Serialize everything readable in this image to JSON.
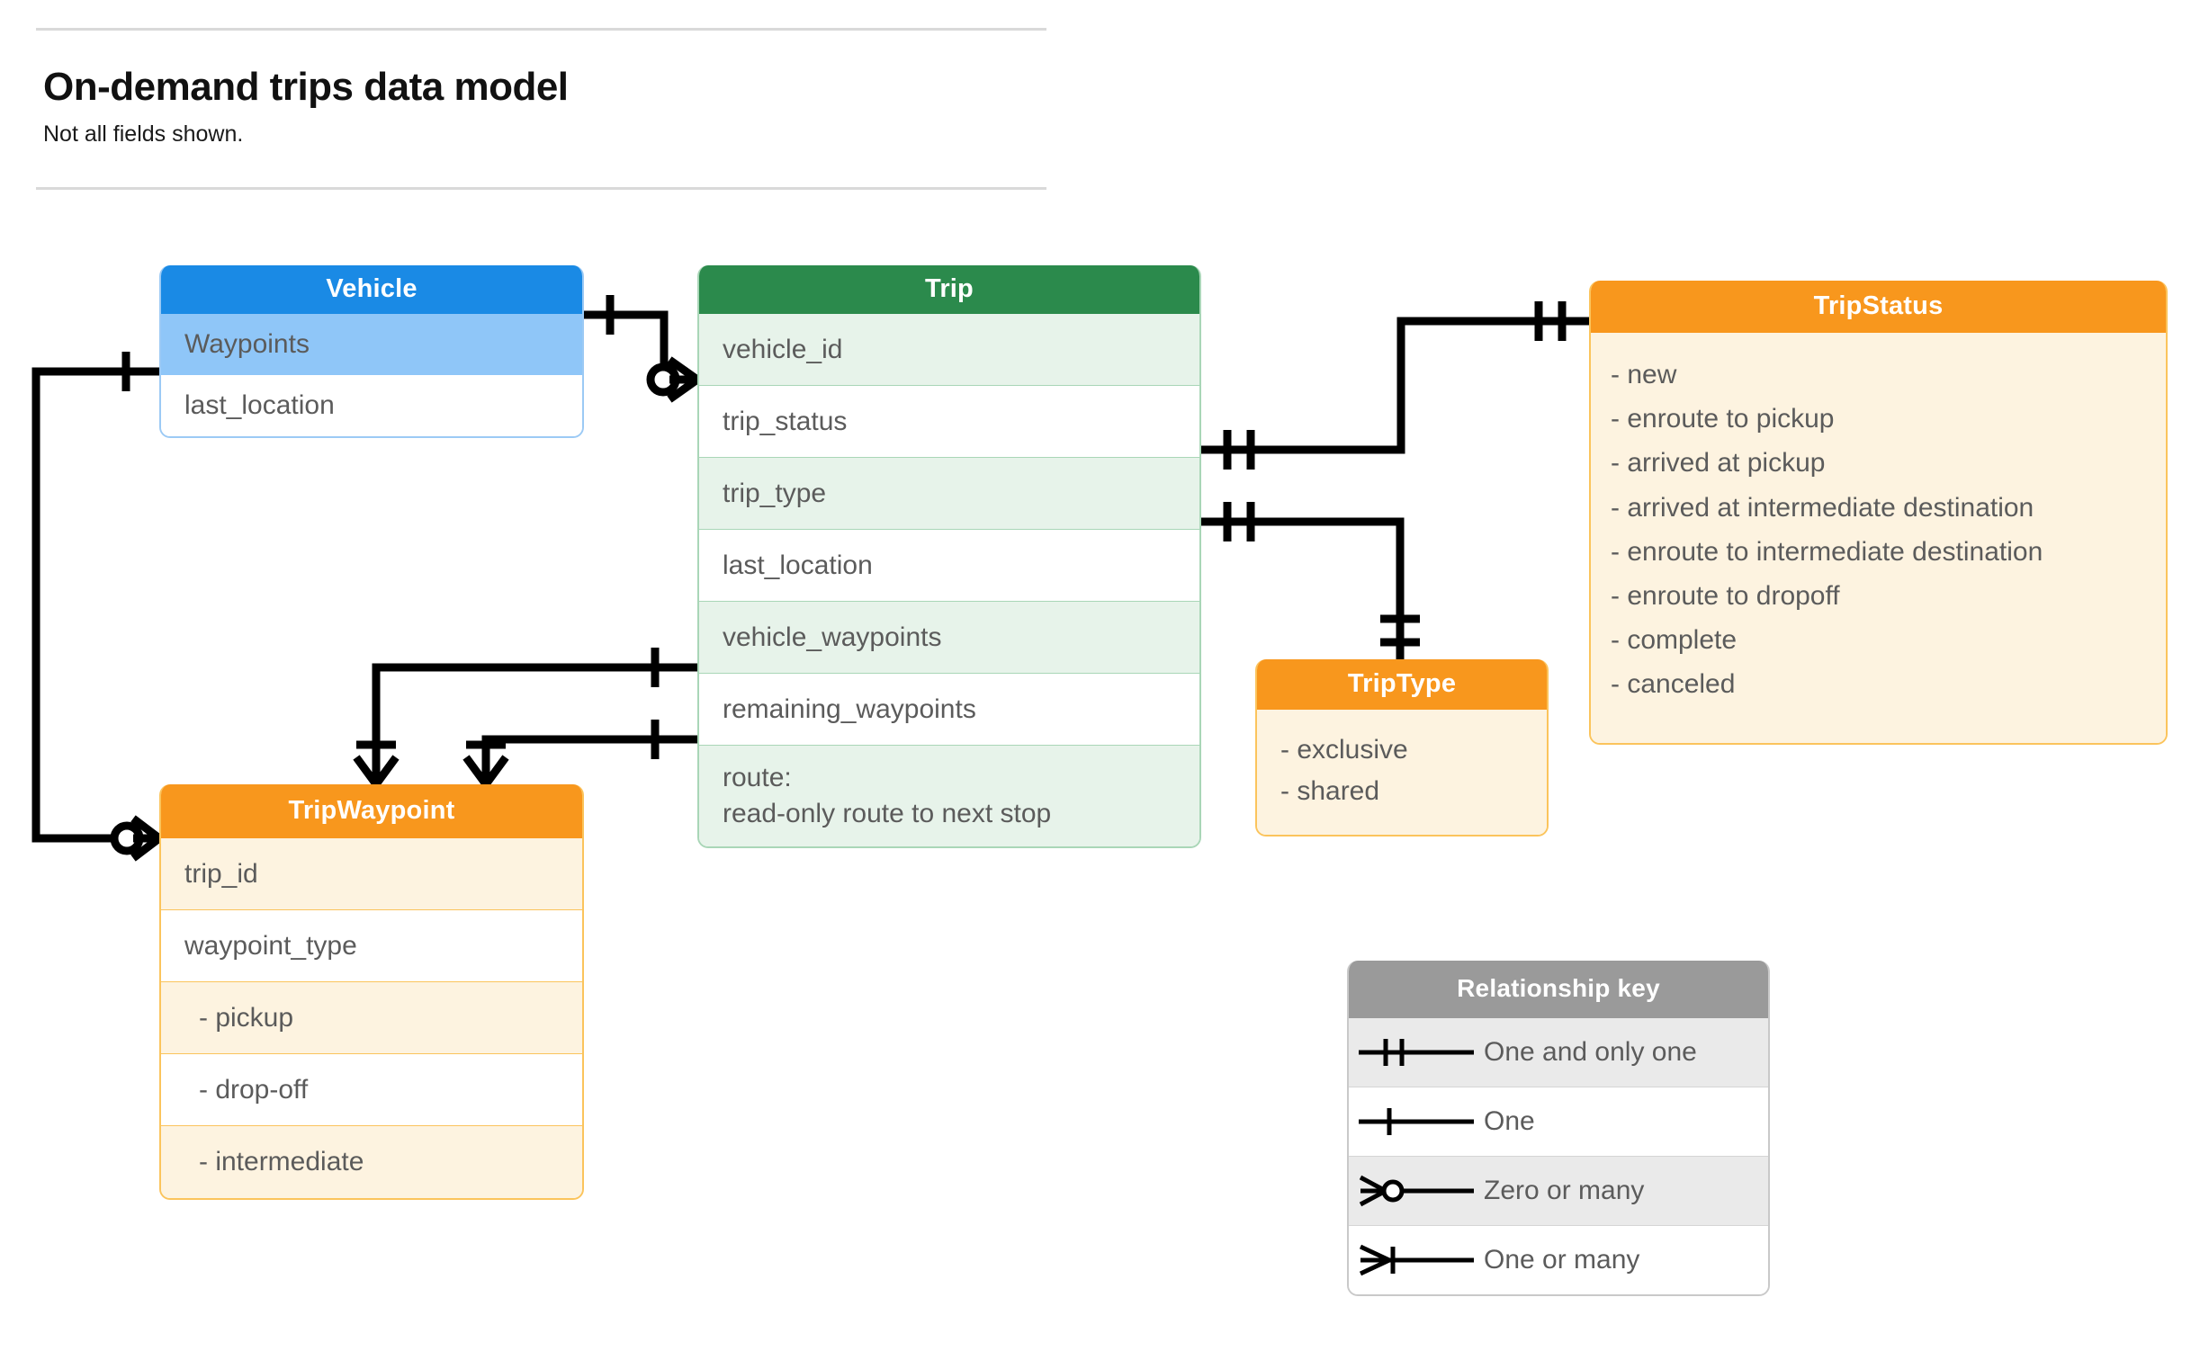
{
  "header": {
    "title": "On-demand trips data model",
    "subtitle": "Not all fields shown."
  },
  "entities": {
    "vehicle": {
      "name": "Vehicle",
      "color": "#1a8ae5",
      "fields": [
        "Waypoints",
        "last_location"
      ]
    },
    "trip": {
      "name": "Trip",
      "color": "#2b8a4c",
      "fields": [
        "vehicle_id",
        "trip_status",
        "trip_type",
        "last_location",
        "vehicle_waypoints",
        "remaining_waypoints"
      ],
      "route_label": "route:",
      "route_note": "read-only route to next stop"
    },
    "trip_waypoint": {
      "name": "TripWaypoint",
      "color": "#f8971d",
      "fields": [
        "trip_id",
        "waypoint_type"
      ],
      "waypoint_types": [
        "-  pickup",
        "-  drop-off",
        "-  intermediate"
      ]
    },
    "trip_type": {
      "name": "TripType",
      "color": "#f8971d",
      "values": [
        "- exclusive",
        "- shared"
      ]
    },
    "trip_status": {
      "name": "TripStatus",
      "color": "#f8971d",
      "values": [
        "- new",
        "- enroute to pickup",
        "- arrived at pickup",
        "- arrived at intermediate destination",
        "- enroute to intermediate destination",
        "- enroute to dropoff",
        "- complete",
        "- canceled"
      ]
    }
  },
  "legend": {
    "title": "Relationship key",
    "rows": [
      {
        "symbol": "one-and-only-one",
        "label": "One and only one"
      },
      {
        "symbol": "one",
        "label": "One"
      },
      {
        "symbol": "zero-or-many",
        "label": "Zero or many"
      },
      {
        "symbol": "one-or-many",
        "label": "One or many"
      }
    ]
  },
  "relationships": [
    {
      "from": "Vehicle",
      "from_card": "one",
      "to": "Trip.vehicle_id",
      "to_card": "zero-or-many"
    },
    {
      "from": "Trip.trip_status",
      "from_card": "one-and-only-one",
      "to": "TripStatus",
      "to_card": "one-and-only-one"
    },
    {
      "from": "Trip.trip_type",
      "from_card": "one-and-only-one",
      "to": "TripType",
      "to_card": "one-and-only-one"
    },
    {
      "from": "Vehicle.Waypoints",
      "from_card": "one",
      "to": "TripWaypoint",
      "to_card": "zero-or-many"
    },
    {
      "from": "Trip.vehicle_waypoints",
      "from_card": "one",
      "to": "TripWaypoint",
      "to_card": "one-or-many"
    },
    {
      "from": "Trip.remaining_waypoints",
      "from_card": "one",
      "to": "TripWaypoint",
      "to_card": "one-or-many"
    }
  ]
}
